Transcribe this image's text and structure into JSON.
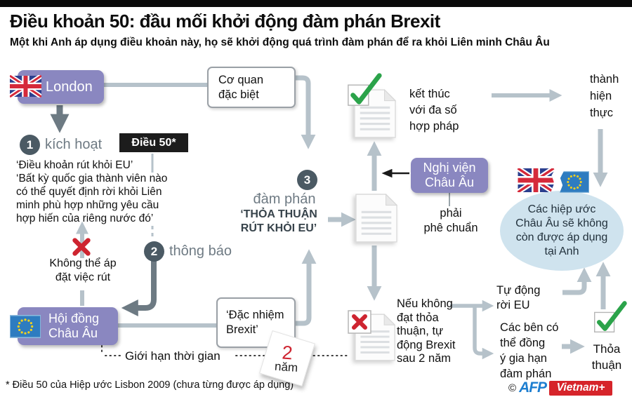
{
  "header": {
    "title": "Điều khoản 50: đầu mối khởi động đàm phán Brexit",
    "subtitle": "Một khi Anh áp dụng điều khoản này, họ sẽ khởi động quá trình đàm phán để ra khỏi Liên minh Châu Âu"
  },
  "diagram": {
    "london": "London",
    "special_body": "Cơ quan\nđặc biệt",
    "step1_num": "1",
    "step1_label": "kích hoạt",
    "article50": "Điều 50*",
    "quote": "‘Điều khoản rút khỏi EU’\n‘Bất kỳ quốc gia thành viên nào\ncó thể quyết định rời khỏi Liên\nminh phù hợp những yêu cầu\nhợp hiến của riêng nước đó’",
    "step2_num": "2",
    "step2_label": "thông báo",
    "no_impose": "Không thể áp\nđặt việc rút",
    "council": "Hội đồng\nChâu Âu",
    "taskforce": "‘Đặc nhiệm\nBrexit’",
    "time_limit": "Giới hạn thời gian",
    "years_num": "2",
    "years_unit": "năm",
    "step3_num": "3",
    "step3_label": "đàm phán",
    "step3_sub": "‘THỎA THUẬN\nRÚT KHỎI EU’",
    "parliament": "Nghị viện\nChâu Âu",
    "parliament_note": "phải\nphê chuẩn",
    "success": "kết thúc\nvới đa số\nhợp pháp",
    "reality": "thành\nhiện\nthực",
    "treaties_void": "Các hiệp ước\nChâu Âu sẽ không\ncòn được áp dụng\ntại Anh",
    "no_deal": "Nếu không\nđạt thỏa\nthuận, tự\nđộng Brexit\nsau 2 năm",
    "auto_leave": "Tự động\nrời EU",
    "extend": "Các bên có\nthể đồng\ný gia hạn\nđàm phán",
    "agreement": "Thỏa\nthuận"
  },
  "footer": {
    "note": "* Điều 50 của Hiệp ước Lisbon 2009 (chưa từng được áp dụng)",
    "copyright": "©",
    "afp": "AFP",
    "vietnamplus": "Vietnam+"
  },
  "colors": {
    "purple": "#8a87c0",
    "dark_slate": "#4b5a64",
    "black_box": "#1c1c1c",
    "arrow_light": "#b6c2ca",
    "arrow_dark": "#6d7a83",
    "red": "#ce2430",
    "green": "#2ba34a",
    "ellipse_blue": "#cfe3ee",
    "afp_blue": "#1d7ed0",
    "vnplus_red": "#d6242a"
  }
}
